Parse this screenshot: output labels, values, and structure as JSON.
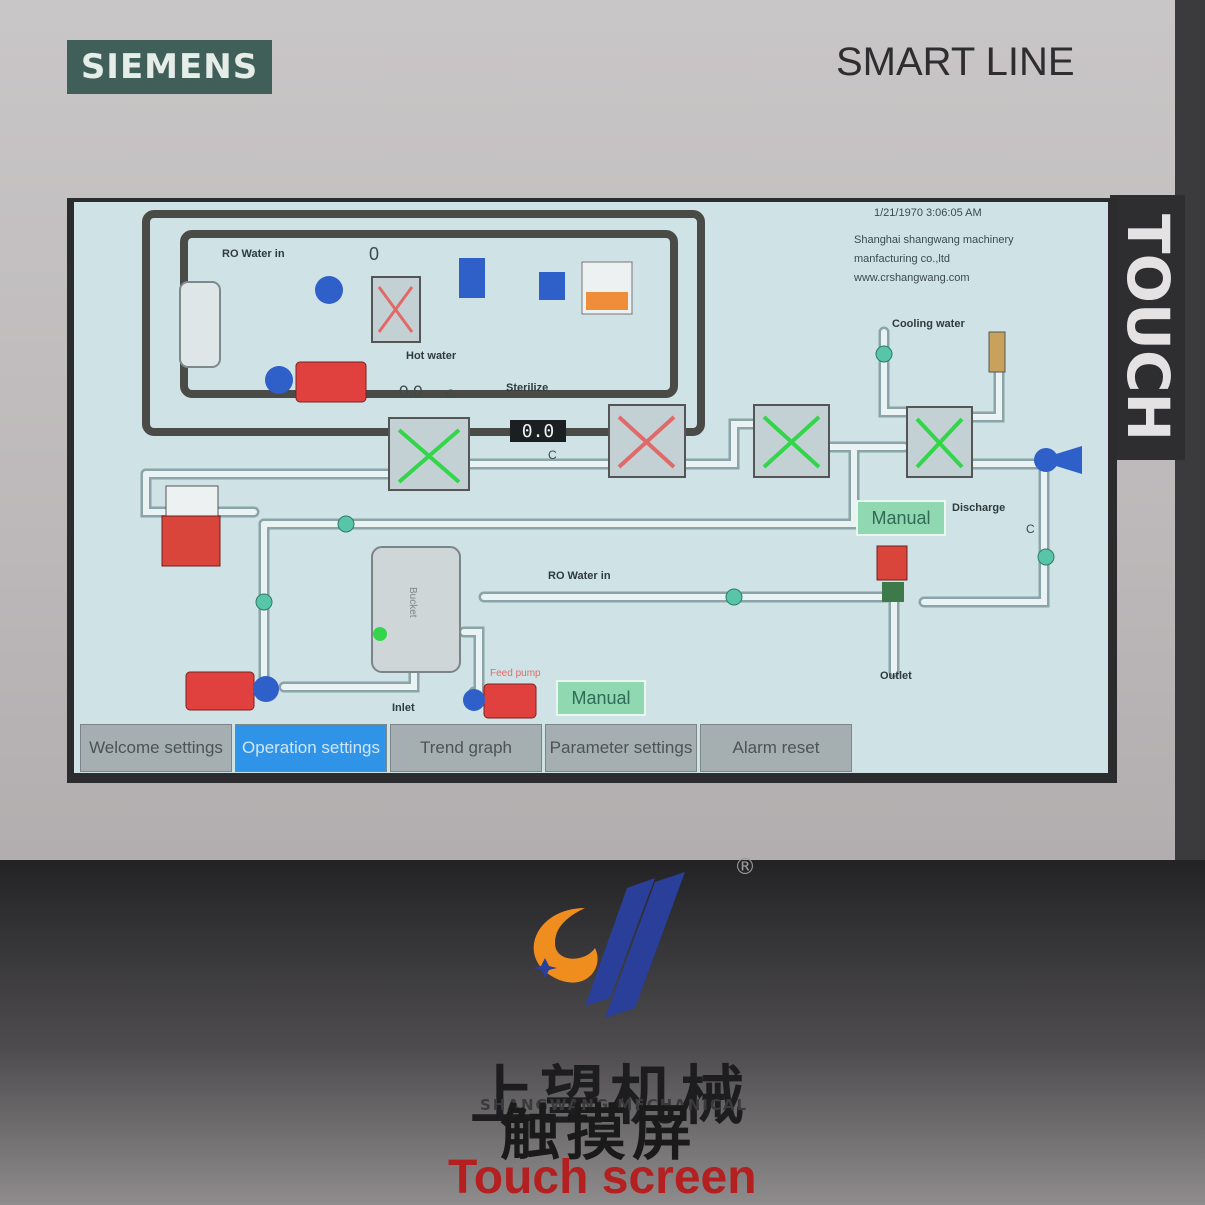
{
  "device": {
    "brand": "SIEMENS",
    "model": "SMART LINE",
    "side_label": "TOUCH"
  },
  "hmi": {
    "datetime": "1/21/1970 3:06:05 AM",
    "company_line1": "Shanghai shangwang machinery",
    "company_line2": "manfacturing co.,ltd",
    "company_url": "www.crshangwang.com",
    "labels": {
      "ro_water_in_top": "RO Water in",
      "hot_water": "Hot water",
      "sterilize": "Sterilize",
      "cooling_water": "Cooling water",
      "discharge": "Discharge",
      "ro_water_in_bottom": "RO Water in",
      "outlet": "Outlet",
      "inlet": "Inlet",
      "feed_pump": "Feed pump",
      "counter_top": "0",
      "tank_text": "Bucket"
    },
    "values": {
      "hot_water_temp": "0.0",
      "hot_water_unit": "C",
      "sterilize_value": "0.0",
      "sterilize_unit": "C",
      "discharge_unit": "C"
    },
    "buttons": {
      "manual_right": "Manual",
      "manual_bottom": "Manual"
    },
    "tabs": [
      {
        "label": "Welcome settings"
      },
      {
        "label": "Operation settings",
        "active": true
      },
      {
        "label": "Trend graph"
      },
      {
        "label": "Parameter settings"
      },
      {
        "label": "Alarm reset"
      }
    ],
    "colors": {
      "screen_bg": "#cfe3e6",
      "active_tab": "#2f94e8",
      "pump_red": "#e0413f",
      "valve_blue": "#2f5fc9",
      "manual_green": "#8fd8b2",
      "exchanger_green": "#33d64a"
    }
  },
  "footer": {
    "chinese_brand": "上望机械",
    "english_brand": "SHANGWANG MECHANICAL",
    "chinese_product": "触摸屏",
    "english_product": "Touch screen",
    "registered": "®"
  }
}
